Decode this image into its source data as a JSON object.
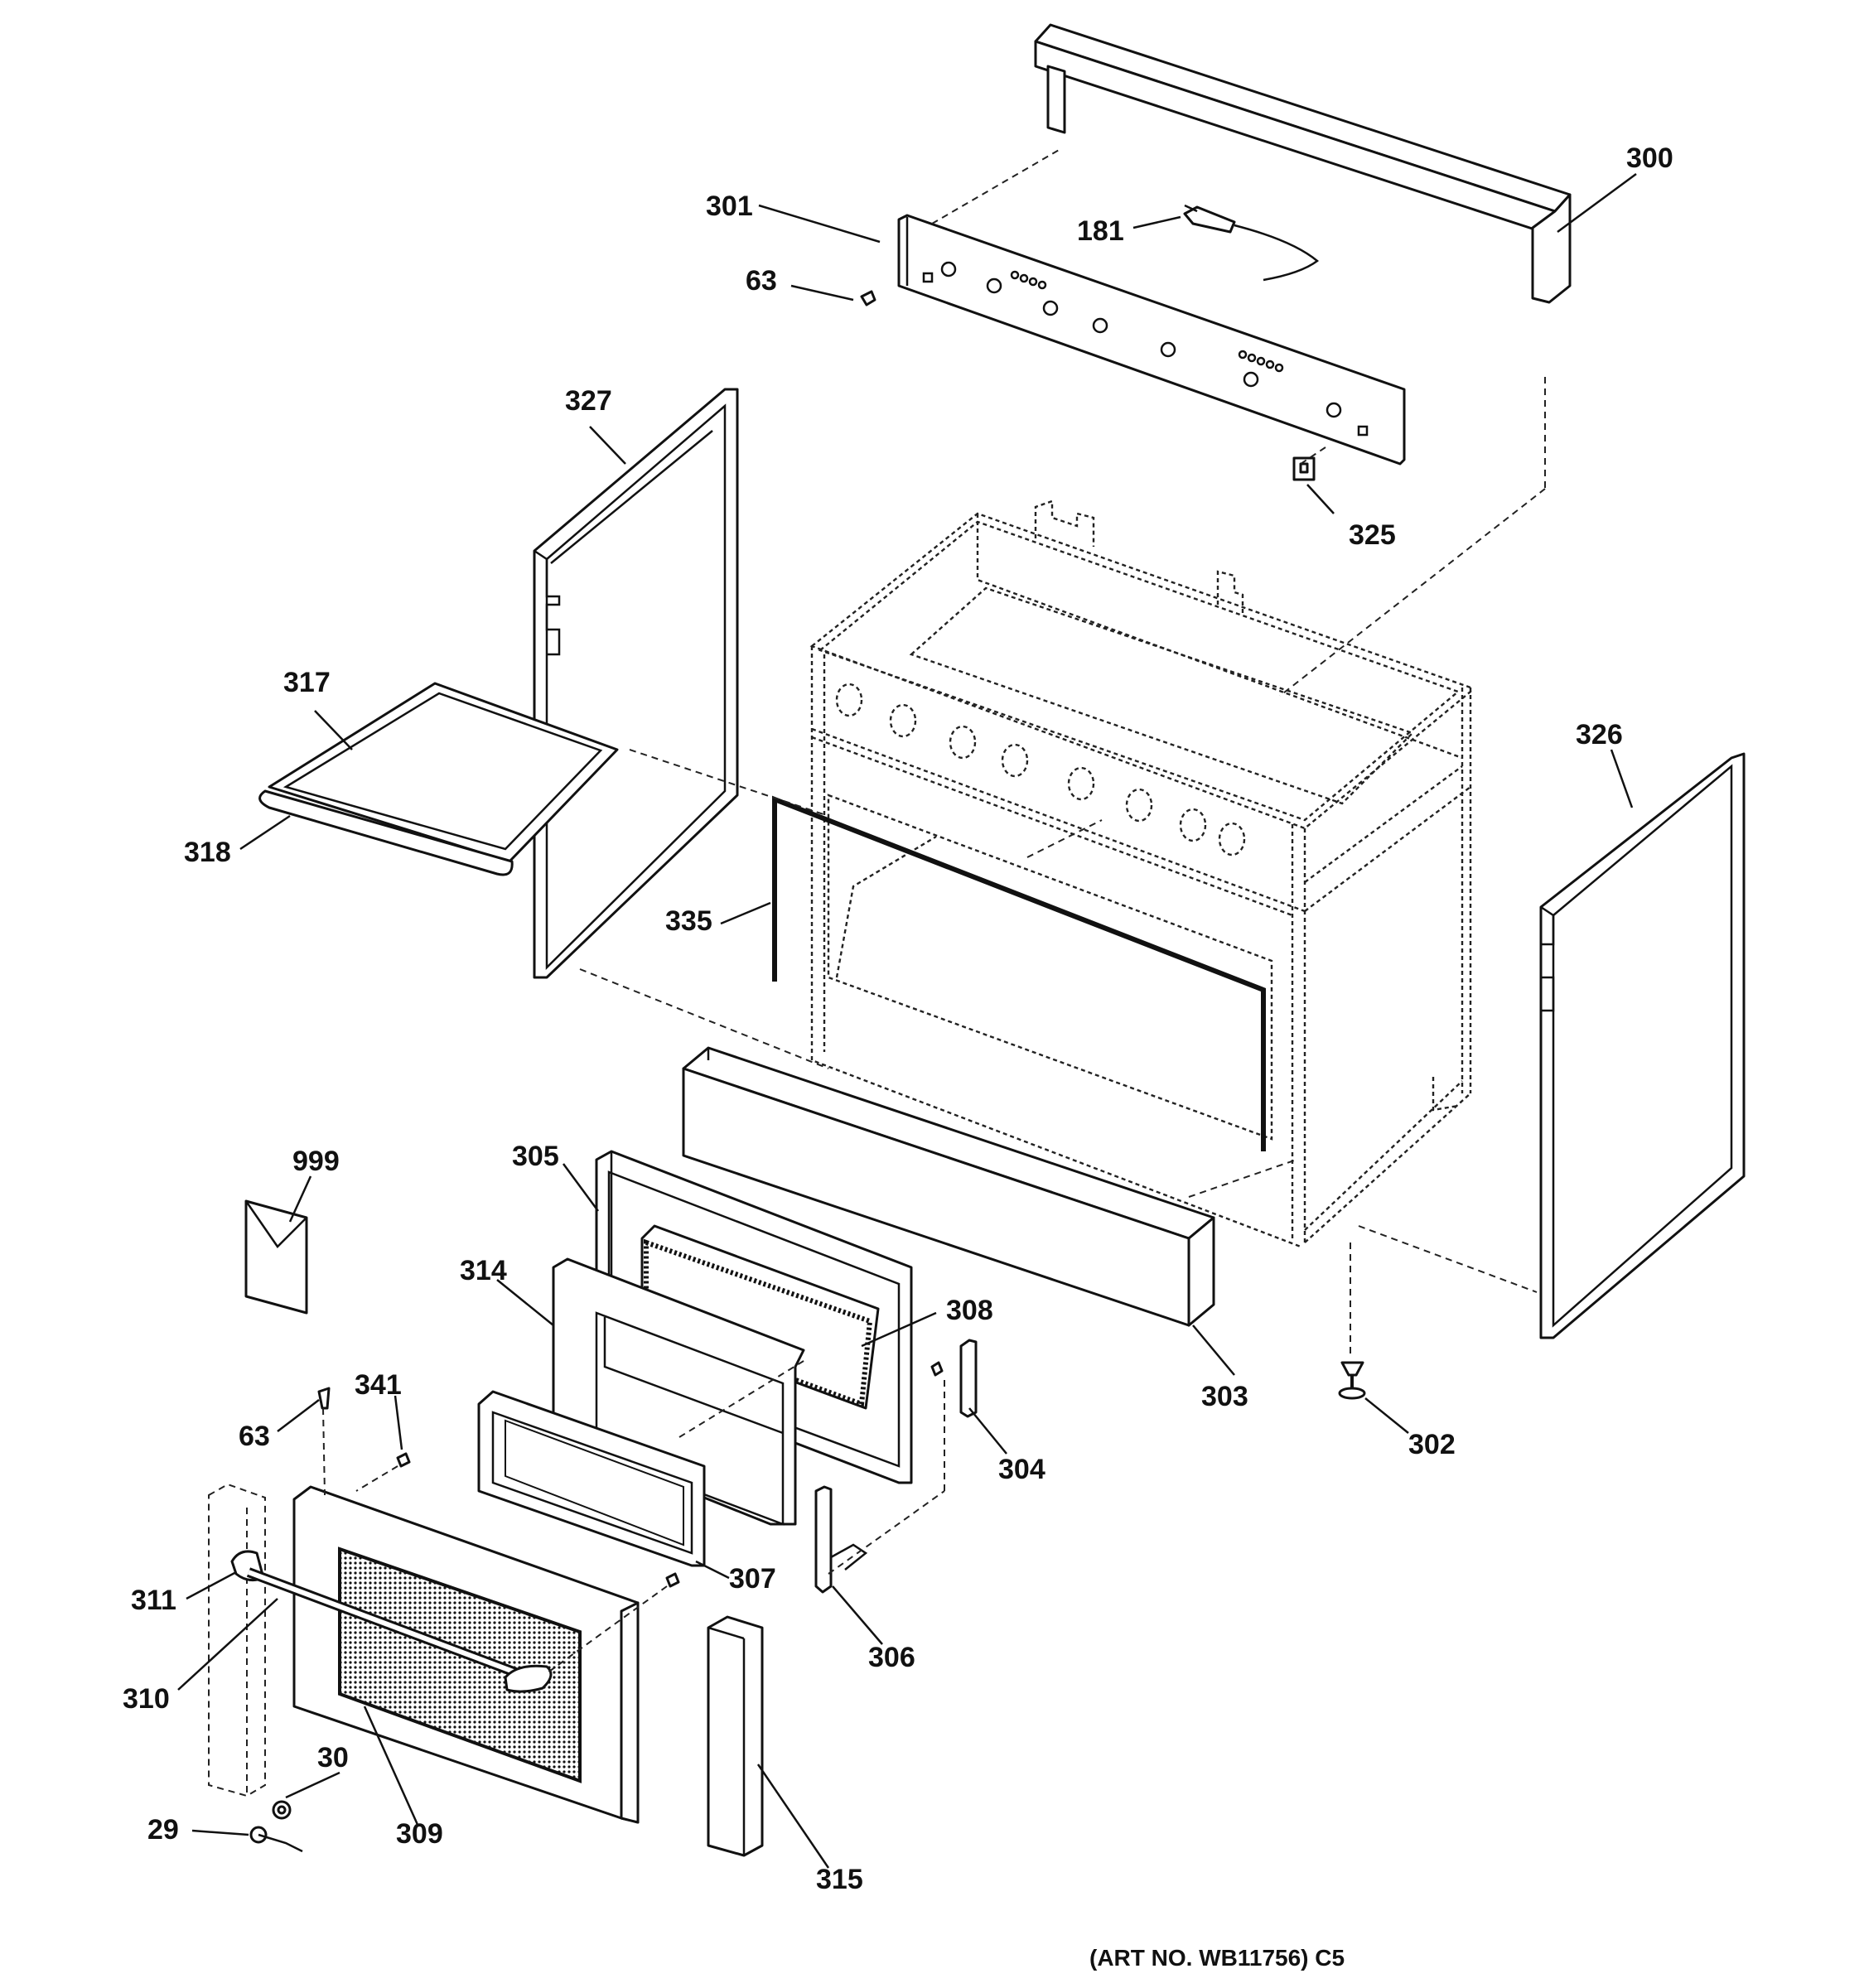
{
  "diagram": {
    "parts": [
      {
        "id": "300",
        "text": "300"
      },
      {
        "id": "301",
        "text": "301"
      },
      {
        "id": "181",
        "text": "181"
      },
      {
        "id": "63-top",
        "text": "63"
      },
      {
        "id": "327",
        "text": "327"
      },
      {
        "id": "325",
        "text": "325"
      },
      {
        "id": "317",
        "text": "317"
      },
      {
        "id": "326",
        "text": "326"
      },
      {
        "id": "318",
        "text": "318"
      },
      {
        "id": "335",
        "text": "335"
      },
      {
        "id": "999",
        "text": "999"
      },
      {
        "id": "305",
        "text": "305"
      },
      {
        "id": "314",
        "text": "314"
      },
      {
        "id": "308",
        "text": "308"
      },
      {
        "id": "303",
        "text": "303"
      },
      {
        "id": "341",
        "text": "341"
      },
      {
        "id": "63-bottom",
        "text": "63"
      },
      {
        "id": "304",
        "text": "304"
      },
      {
        "id": "302",
        "text": "302"
      },
      {
        "id": "307",
        "text": "307"
      },
      {
        "id": "311",
        "text": "311"
      },
      {
        "id": "306",
        "text": "306"
      },
      {
        "id": "310",
        "text": "310"
      },
      {
        "id": "30",
        "text": "30"
      },
      {
        "id": "309",
        "text": "309"
      },
      {
        "id": "29",
        "text": "29"
      },
      {
        "id": "315",
        "text": "315"
      }
    ],
    "art_number": "(ART NO. WB11756) C5"
  }
}
